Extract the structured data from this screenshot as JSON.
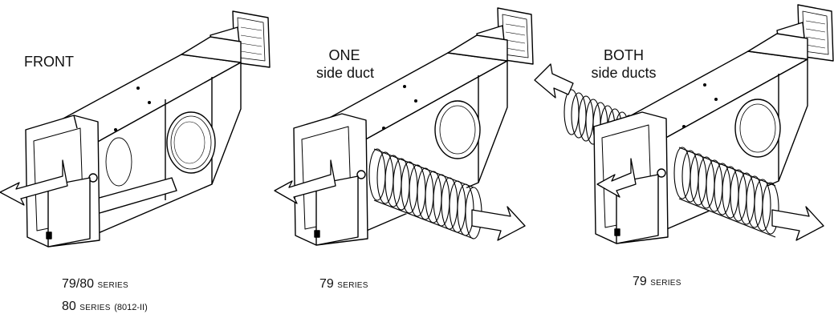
{
  "panels": [
    {
      "heading": [
        "FRONT"
      ],
      "captions": [
        {
          "main": "79/80",
          "smallcaps": "SERIES",
          "extra": ""
        },
        {
          "main": "80",
          "smallcaps": "SERIES",
          "extra": "(8012-II)"
        }
      ],
      "ducts": 0
    },
    {
      "heading": [
        "ONE",
        "side duct"
      ],
      "captions": [
        {
          "main": "79",
          "smallcaps": "SERIES",
          "extra": ""
        }
      ],
      "ducts": 1
    },
    {
      "heading": [
        "BOTH",
        "side ducts"
      ],
      "captions": [
        {
          "main": "79",
          "smallcaps": "SERIES",
          "extra": ""
        }
      ],
      "ducts": 2
    }
  ]
}
